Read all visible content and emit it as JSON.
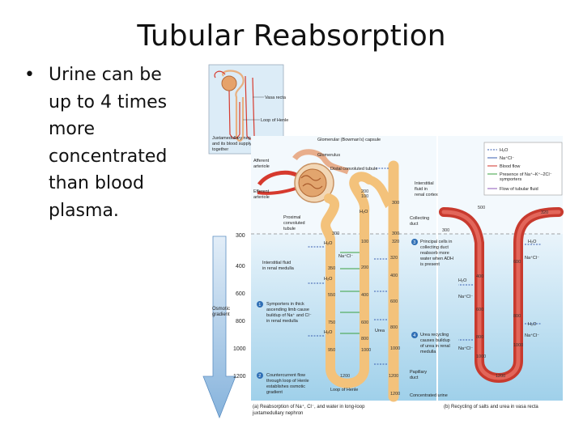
{
  "slide": {
    "title": "Tubular Reabsorption",
    "bullet": "Urine can be up to 4 times more concentrated than blood plasma."
  },
  "inset": {
    "vasa_recta": "Vasa recta",
    "loop": "Loop of Henle",
    "caption_1": "Juxtamedullary nephron",
    "caption_2": "and its blood supply",
    "caption_3": "together"
  },
  "legend": [
    {
      "label": "H₂O",
      "color": "#3a5fb0"
    },
    {
      "label": "Na⁺Cl⁻",
      "color": "#3a5fb0"
    },
    {
      "label": "Blood flow",
      "color": "#d0302a"
    },
    {
      "label": "Presence of Na⁺–K⁺–2Cl⁻",
      "color": "#3aa040"
    },
    {
      "label": "symporters",
      "color": ""
    },
    {
      "label": "Flow of tubular fluid",
      "color": "#8e5ab8"
    }
  ],
  "labels": {
    "glomerular_capsule": "Glomerular (Bowman's) capsule",
    "glomerulus": "Glomerulus",
    "afferent_1": "Afferent",
    "afferent_2": "arteriole",
    "efferent_1": "Efferent",
    "efferent_2": "arteriole",
    "dct": "Distal convoluted tubule",
    "interstitial_cortex_1": "Interstitial",
    "interstitial_cortex_2": "fluid in",
    "interstitial_cortex_3": "renal cortex",
    "pct_1": "Proximal",
    "pct_2": "convoluted",
    "pct_3": "tubule",
    "collecting_1": "Collecting",
    "collecting_2": "duct",
    "interstitial_medulla_1": "Interstitial fluid",
    "interstitial_medulla_2": "in renal medulla",
    "osmotic_1": "Osmotic",
    "osmotic_2": "gradient",
    "urea": "Urea",
    "papillary_1": "Papillary",
    "papillary_2": "duct",
    "loop_henle": "Loop of Henle",
    "concentrated_urine": "Concentrated urine",
    "h2o": "H₂O",
    "nacl": "Na⁺Cl⁻"
  },
  "osmotic_scale": [
    "300",
    "400",
    "600",
    "800",
    "1000",
    "1200"
  ],
  "tube_values": {
    "cortex_left": "300",
    "cortex_right": "320",
    "dct_1": "200",
    "dct_2": "100",
    "dct_3": "300",
    "pct_bottom": "300",
    "cortex_cd": "300",
    "vasa_300": "300",
    "vasa_320": "320",
    "vasa_500": "500",
    "vasa_right": "320"
  },
  "loop_values": {
    "desc": [
      "350",
      "550",
      "750",
      "950"
    ],
    "asc": [
      "100",
      "200",
      "400",
      "600",
      "800",
      "1000"
    ],
    "cd": [
      "320",
      "400",
      "600",
      "800",
      "1000"
    ],
    "bottom_1": "1200",
    "bottom_2": "1200",
    "final": "1200"
  },
  "vasa_values": {
    "left": [
      "400",
      "600",
      "800",
      "1000"
    ],
    "right": [
      "600",
      "800",
      "1000"
    ],
    "bottom": "1200"
  },
  "notes": [
    {
      "num": "1",
      "lines": [
        "Symporters in thick",
        "ascending limb cause",
        "buildup of Na⁺ and Cl⁻",
        "in renal medulla"
      ]
    },
    {
      "num": "2",
      "lines": [
        "Countercurrent flow",
        "through loop of Henle",
        "establishes osmotic",
        "gradient"
      ]
    },
    {
      "num": "3",
      "lines": [
        "Principal cells in",
        "collecting duct",
        "reabsorb more",
        "water when ADH",
        "is present"
      ]
    },
    {
      "num": "4",
      "lines": [
        "Urea recycling",
        "causes buildup",
        "of urea in renal",
        "medulla"
      ]
    }
  ],
  "captions": {
    "a_1": "(a) Reabsorption of Na⁺, Cl⁻, and water in long-loop",
    "a_2": "juxtamedullary nephron",
    "b": "(b) Recycling of salts and urea in vasa recta"
  }
}
